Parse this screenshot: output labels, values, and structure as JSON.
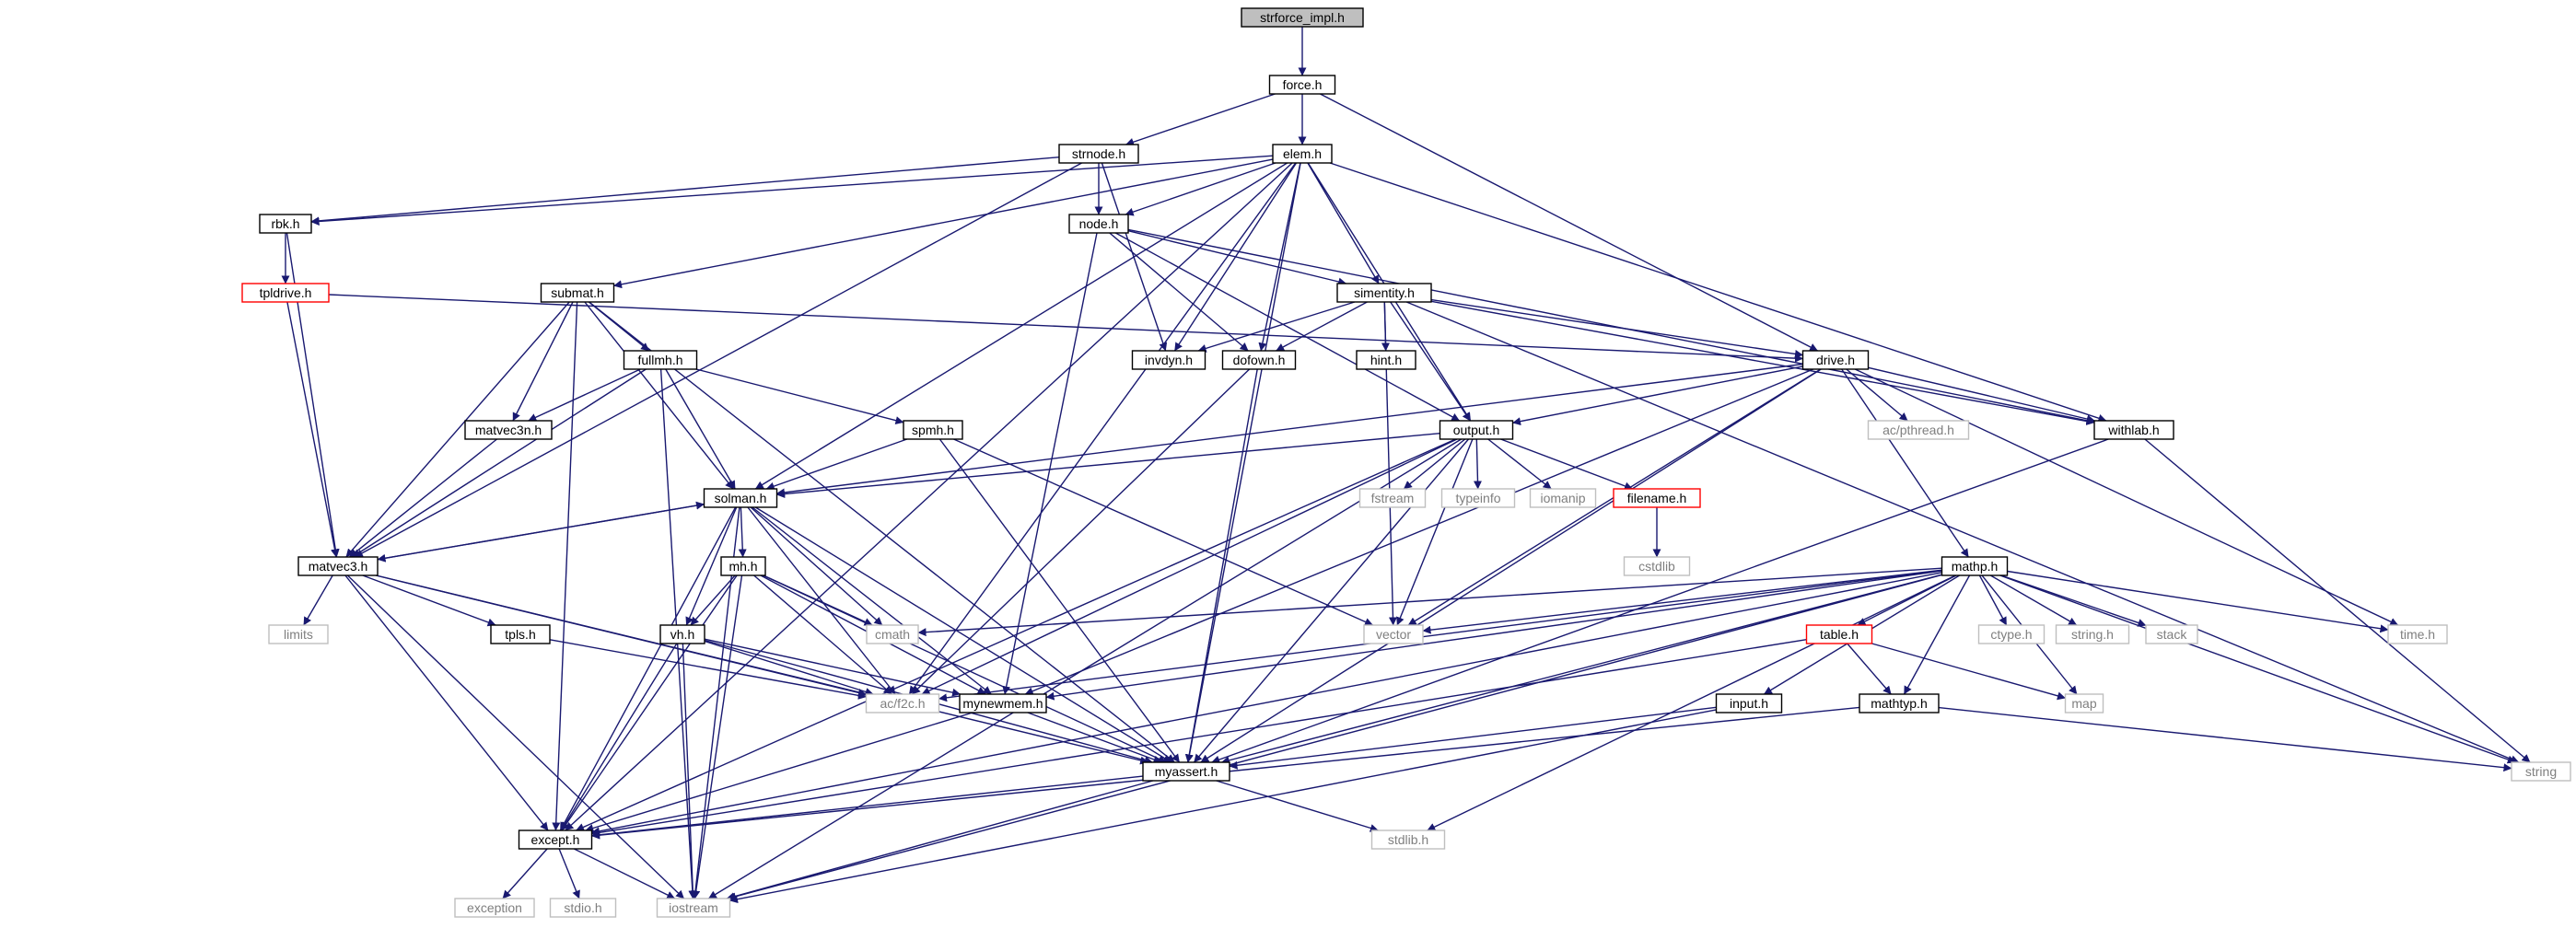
{
  "colors": {
    "edge": "#191970",
    "normal_border": "#000000",
    "root_fill": "#bfbfbf",
    "missing_border": "#bfbfbf",
    "missing_text": "#7f7f7f",
    "truncated_border": "#ff0000",
    "text": "#000000"
  },
  "nodes": [
    {
      "id": "strforce_impl_h",
      "label": "strforce_impl.h",
      "kind": "root"
    },
    {
      "id": "force_h",
      "label": "force.h",
      "kind": "normal"
    },
    {
      "id": "strnode_h",
      "label": "strnode.h",
      "kind": "normal"
    },
    {
      "id": "elem_h",
      "label": "elem.h",
      "kind": "normal"
    },
    {
      "id": "rbk_h",
      "label": "rbk.h",
      "kind": "normal"
    },
    {
      "id": "node_h",
      "label": "node.h",
      "kind": "normal"
    },
    {
      "id": "tpldrive_h",
      "label": "tpldrive.h",
      "kind": "truncated"
    },
    {
      "id": "submat_h",
      "label": "submat.h",
      "kind": "normal"
    },
    {
      "id": "simentity_h",
      "label": "simentity.h",
      "kind": "normal"
    },
    {
      "id": "fullmh_h",
      "label": "fullmh.h",
      "kind": "normal"
    },
    {
      "id": "invdyn_h",
      "label": "invdyn.h",
      "kind": "normal"
    },
    {
      "id": "dofown_h",
      "label": "dofown.h",
      "kind": "normal"
    },
    {
      "id": "hint_h",
      "label": "hint.h",
      "kind": "normal"
    },
    {
      "id": "drive_h",
      "label": "drive.h",
      "kind": "normal"
    },
    {
      "id": "matvec3n_h",
      "label": "matvec3n.h",
      "kind": "normal"
    },
    {
      "id": "spmh_h",
      "label": "spmh.h",
      "kind": "normal"
    },
    {
      "id": "output_h",
      "label": "output.h",
      "kind": "normal"
    },
    {
      "id": "withlab_h",
      "label": "withlab.h",
      "kind": "normal"
    },
    {
      "id": "ac_pthread_h",
      "label": "ac/pthread.h",
      "kind": "missing"
    },
    {
      "id": "solman_h",
      "label": "solman.h",
      "kind": "normal"
    },
    {
      "id": "fstream",
      "label": "fstream",
      "kind": "missing"
    },
    {
      "id": "typeinfo",
      "label": "typeinfo",
      "kind": "missing"
    },
    {
      "id": "iomanip",
      "label": "iomanip",
      "kind": "missing"
    },
    {
      "id": "filename_h",
      "label": "filename.h",
      "kind": "truncated"
    },
    {
      "id": "cstdlib",
      "label": "cstdlib",
      "kind": "missing"
    },
    {
      "id": "matvec3_h",
      "label": "matvec3.h",
      "kind": "normal"
    },
    {
      "id": "mh_h",
      "label": "mh.h",
      "kind": "normal"
    },
    {
      "id": "mathp_h",
      "label": "mathp.h",
      "kind": "normal"
    },
    {
      "id": "limits",
      "label": "limits",
      "kind": "missing"
    },
    {
      "id": "tpls_h",
      "label": "tpls.h",
      "kind": "normal"
    },
    {
      "id": "vh_h",
      "label": "vh.h",
      "kind": "normal"
    },
    {
      "id": "cmath",
      "label": "cmath",
      "kind": "missing"
    },
    {
      "id": "vector",
      "label": "vector",
      "kind": "missing"
    },
    {
      "id": "table_h",
      "label": "table.h",
      "kind": "truncated"
    },
    {
      "id": "ctype_h",
      "label": "ctype.h",
      "kind": "missing"
    },
    {
      "id": "string_h",
      "label": "string.h",
      "kind": "missing"
    },
    {
      "id": "stack",
      "label": "stack",
      "kind": "missing"
    },
    {
      "id": "time_h",
      "label": "time.h",
      "kind": "missing"
    },
    {
      "id": "ac_f2c_h",
      "label": "ac/f2c.h",
      "kind": "missing"
    },
    {
      "id": "mynewmem_h",
      "label": "mynewmem.h",
      "kind": "normal"
    },
    {
      "id": "input_h",
      "label": "input.h",
      "kind": "normal"
    },
    {
      "id": "mathtyp_h",
      "label": "mathtyp.h",
      "kind": "normal"
    },
    {
      "id": "map",
      "label": "map",
      "kind": "missing"
    },
    {
      "id": "myassert_h",
      "label": "myassert.h",
      "kind": "normal"
    },
    {
      "id": "string",
      "label": "string",
      "kind": "missing"
    },
    {
      "id": "except_h",
      "label": "except.h",
      "kind": "normal"
    },
    {
      "id": "stdlib_h",
      "label": "stdlib.h",
      "kind": "missing"
    },
    {
      "id": "exception",
      "label": "exception",
      "kind": "missing"
    },
    {
      "id": "stdio_h",
      "label": "stdio.h",
      "kind": "missing"
    },
    {
      "id": "iostream",
      "label": "iostream",
      "kind": "missing"
    }
  ],
  "edges": [
    [
      "strforce_impl_h",
      "force_h"
    ],
    [
      "force_h",
      "strnode_h"
    ],
    [
      "force_h",
      "elem_h"
    ],
    [
      "force_h",
      "drive_h"
    ],
    [
      "strnode_h",
      "rbk_h"
    ],
    [
      "strnode_h",
      "node_h"
    ],
    [
      "strnode_h",
      "invdyn_h"
    ],
    [
      "strnode_h",
      "matvec3_h"
    ],
    [
      "elem_h",
      "node_h"
    ],
    [
      "elem_h",
      "rbk_h"
    ],
    [
      "elem_h",
      "submat_h"
    ],
    [
      "elem_h",
      "simentity_h"
    ],
    [
      "elem_h",
      "invdyn_h"
    ],
    [
      "elem_h",
      "dofown_h"
    ],
    [
      "elem_h",
      "output_h"
    ],
    [
      "elem_h",
      "withlab_h"
    ],
    [
      "elem_h",
      "solman_h"
    ],
    [
      "elem_h",
      "except_h"
    ],
    [
      "elem_h",
      "ac_f2c_h"
    ],
    [
      "elem_h",
      "myassert_h"
    ],
    [
      "rbk_h",
      "tpldrive_h"
    ],
    [
      "rbk_h",
      "matvec3_h"
    ],
    [
      "node_h",
      "simentity_h"
    ],
    [
      "node_h",
      "dofown_h"
    ],
    [
      "node_h",
      "output_h"
    ],
    [
      "node_h",
      "withlab_h"
    ],
    [
      "node_h",
      "mynewmem_h"
    ],
    [
      "tpldrive_h",
      "drive_h"
    ],
    [
      "tpldrive_h",
      "matvec3_h"
    ],
    [
      "submat_h",
      "fullmh_h"
    ],
    [
      "submat_h",
      "matvec3n_h"
    ],
    [
      "submat_h",
      "solman_h"
    ],
    [
      "submat_h",
      "matvec3_h"
    ],
    [
      "submat_h",
      "myassert_h"
    ],
    [
      "submat_h",
      "except_h"
    ],
    [
      "simentity_h",
      "invdyn_h"
    ],
    [
      "simentity_h",
      "dofown_h"
    ],
    [
      "simentity_h",
      "hint_h"
    ],
    [
      "simentity_h",
      "drive_h"
    ],
    [
      "simentity_h",
      "output_h"
    ],
    [
      "simentity_h",
      "withlab_h"
    ],
    [
      "simentity_h",
      "vector"
    ],
    [
      "simentity_h",
      "string"
    ],
    [
      "fullmh_h",
      "matvec3n_h"
    ],
    [
      "fullmh_h",
      "spmh_h"
    ],
    [
      "fullmh_h",
      "solman_h"
    ],
    [
      "fullmh_h",
      "matvec3_h"
    ],
    [
      "fullmh_h",
      "iostream"
    ],
    [
      "dofown_h",
      "ac_f2c_h"
    ],
    [
      "dofown_h",
      "myassert_h"
    ],
    [
      "drive_h",
      "output_h"
    ],
    [
      "drive_h",
      "withlab_h"
    ],
    [
      "drive_h",
      "ac_pthread_h"
    ],
    [
      "drive_h",
      "mathp_h"
    ],
    [
      "drive_h",
      "solman_h"
    ],
    [
      "drive_h",
      "vector"
    ],
    [
      "drive_h",
      "time_h"
    ],
    [
      "drive_h",
      "myassert_h"
    ],
    [
      "drive_h",
      "mynewmem_h"
    ],
    [
      "matvec3n_h",
      "matvec3_h"
    ],
    [
      "spmh_h",
      "solman_h"
    ],
    [
      "spmh_h",
      "myassert_h"
    ],
    [
      "spmh_h",
      "vector"
    ],
    [
      "output_h",
      "solman_h"
    ],
    [
      "output_h",
      "fstream"
    ],
    [
      "output_h",
      "typeinfo"
    ],
    [
      "output_h",
      "iomanip"
    ],
    [
      "output_h",
      "filename_h"
    ],
    [
      "output_h",
      "vector"
    ],
    [
      "output_h",
      "myassert_h"
    ],
    [
      "output_h",
      "except_h"
    ],
    [
      "output_h",
      "iostream"
    ],
    [
      "output_h",
      "ac_f2c_h"
    ],
    [
      "withlab_h",
      "myassert_h"
    ],
    [
      "withlab_h",
      "string"
    ],
    [
      "filename_h",
      "cstdlib"
    ],
    [
      "solman_h",
      "matvec3_h"
    ],
    [
      "solman_h",
      "mh_h"
    ],
    [
      "solman_h",
      "vh_h"
    ],
    [
      "solman_h",
      "cmath"
    ],
    [
      "solman_h",
      "ac_f2c_h"
    ],
    [
      "solman_h",
      "mynewmem_h"
    ],
    [
      "solman_h",
      "myassert_h"
    ],
    [
      "solman_h",
      "except_h"
    ],
    [
      "solman_h",
      "iostream"
    ],
    [
      "matvec3_h",
      "solman_h"
    ],
    [
      "matvec3_h",
      "limits"
    ],
    [
      "matvec3_h",
      "tpls_h"
    ],
    [
      "matvec3_h",
      "myassert_h"
    ],
    [
      "matvec3_h",
      "except_h"
    ],
    [
      "matvec3_h",
      "iostream"
    ],
    [
      "matvec3_h",
      "ac_f2c_h"
    ],
    [
      "mh_h",
      "vh_h"
    ],
    [
      "mh_h",
      "cmath"
    ],
    [
      "mh_h",
      "ac_f2c_h"
    ],
    [
      "mh_h",
      "mynewmem_h"
    ],
    [
      "mh_h",
      "myassert_h"
    ],
    [
      "mh_h",
      "except_h"
    ],
    [
      "mh_h",
      "iostream"
    ],
    [
      "mathp_h",
      "cmath"
    ],
    [
      "mathp_h",
      "vector"
    ],
    [
      "mathp_h",
      "table_h"
    ],
    [
      "mathp_h",
      "ctype_h"
    ],
    [
      "mathp_h",
      "string_h"
    ],
    [
      "mathp_h",
      "stack"
    ],
    [
      "mathp_h",
      "map"
    ],
    [
      "mathp_h",
      "time_h"
    ],
    [
      "mathp_h",
      "string"
    ],
    [
      "mathp_h",
      "input_h"
    ],
    [
      "mathp_h",
      "mathtyp_h"
    ],
    [
      "mathp_h",
      "ac_f2c_h"
    ],
    [
      "mathp_h",
      "mynewmem_h"
    ],
    [
      "mathp_h",
      "myassert_h"
    ],
    [
      "mathp_h",
      "except_h"
    ],
    [
      "mathp_h",
      "stdlib_h"
    ],
    [
      "mathp_h",
      "iostream"
    ],
    [
      "tpls_h",
      "ac_f2c_h"
    ],
    [
      "vh_h",
      "ac_f2c_h"
    ],
    [
      "vh_h",
      "mynewmem_h"
    ],
    [
      "vh_h",
      "myassert_h"
    ],
    [
      "vh_h",
      "except_h"
    ],
    [
      "vh_h",
      "iostream"
    ],
    [
      "table_h",
      "mathtyp_h"
    ],
    [
      "table_h",
      "map"
    ],
    [
      "table_h",
      "except_h"
    ],
    [
      "mynewmem_h",
      "myassert_h"
    ],
    [
      "mynewmem_h",
      "except_h"
    ],
    [
      "input_h",
      "myassert_h"
    ],
    [
      "input_h",
      "iostream"
    ],
    [
      "mathtyp_h",
      "except_h"
    ],
    [
      "mathtyp_h",
      "string"
    ],
    [
      "myassert_h",
      "except_h"
    ],
    [
      "myassert_h",
      "iostream"
    ],
    [
      "myassert_h",
      "stdlib_h"
    ],
    [
      "except_h",
      "exception"
    ],
    [
      "except_h",
      "stdio_h"
    ],
    [
      "except_h",
      "iostream"
    ]
  ]
}
